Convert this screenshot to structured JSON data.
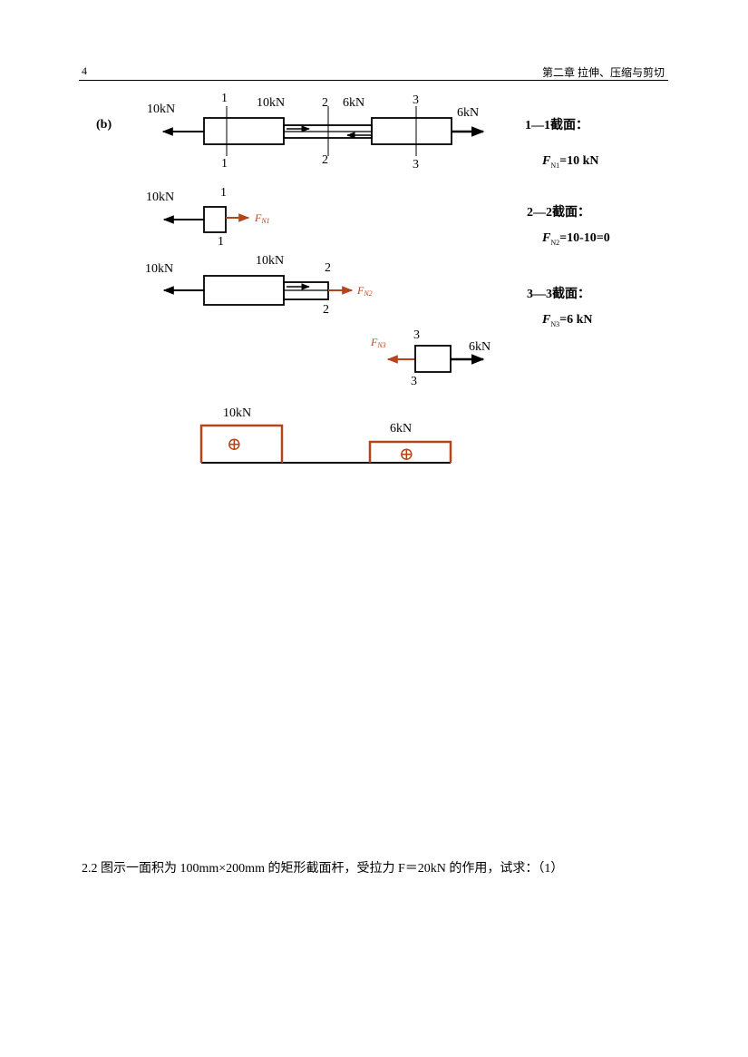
{
  "header": {
    "page_number": "4",
    "chapter": "第二章 拉伸、压缩与剪切"
  },
  "figure": {
    "part_label": "(b)",
    "main_bar": {
      "load_left": "10kN",
      "load_inner_left": "10kN",
      "load_inner_right": "6kN",
      "load_right": "6kN",
      "section_1": "1",
      "section_2": "2",
      "section_3": "3"
    },
    "fbd1": {
      "load": "10kN",
      "section": "1",
      "force": "F",
      "sub": "N1"
    },
    "fbd2": {
      "load_left": "10kN",
      "load_inner": "10kN",
      "section": "2",
      "force": "F",
      "sub": "N2"
    },
    "fbd3": {
      "load": "6kN",
      "section": "3",
      "force": "F",
      "sub": "N3"
    },
    "diagram": {
      "label_left": "10kN",
      "label_right": "6kN",
      "sign": "⊕"
    },
    "colors": {
      "accent": "#b5441b",
      "line": "#000000"
    }
  },
  "answers": [
    {
      "title": "1—1截面：",
      "formula_f": "F",
      "formula_sub": "N1",
      "formula_rest": "=10 kN"
    },
    {
      "title": "2—2截面：",
      "formula_f": "F",
      "formula_sub": "N2",
      "formula_rest": "=10-10=0"
    },
    {
      "title": "3—3截面：",
      "formula_f": "F",
      "formula_sub": "N3",
      "formula_rest": "=6 kN"
    }
  ],
  "question": "2.2 图示一面积为 100mm×200mm 的矩形截面杆，受拉力 F＝20kN 的作用，试求：（1）"
}
